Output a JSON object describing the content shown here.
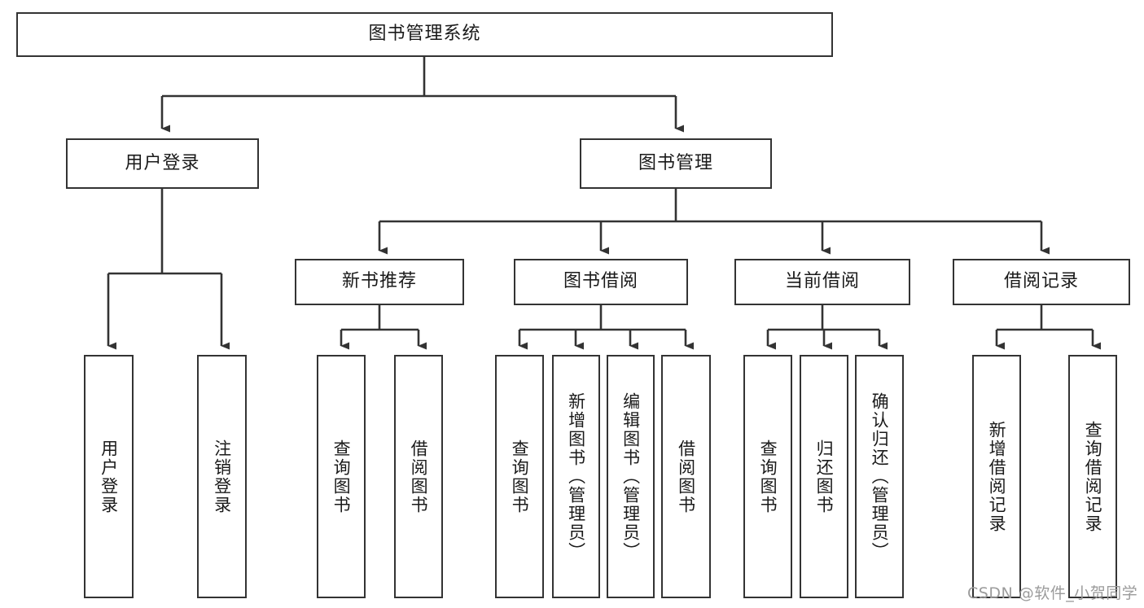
{
  "diagram": {
    "title": "图书管理系统",
    "type": "tree-hierarchy",
    "orientation": "top-down",
    "colors": {
      "border": "#333333",
      "background": "#ffffff",
      "text": "#1a1a1a",
      "edge": "#333333",
      "watermark": "#9b9b9b"
    },
    "watermark": "CSDN @软件_小贺同学"
  },
  "nodes": {
    "root": {
      "label": "图书管理系统"
    },
    "level2": [
      {
        "label": "用户登录"
      },
      {
        "label": "图书管理"
      }
    ],
    "level3": [
      {
        "label": "新书推荐"
      },
      {
        "label": "图书借阅"
      },
      {
        "label": "当前借阅"
      },
      {
        "label": "借阅记录"
      }
    ],
    "leaves_user_login": [
      {
        "label": "用户登录"
      },
      {
        "label": "注销登录"
      }
    ],
    "leaves_new_book": [
      {
        "label": "查询图书"
      },
      {
        "label": "借阅图书"
      }
    ],
    "leaves_borrow": [
      {
        "label": "查询图书"
      },
      {
        "label": "新增图书（管理员）"
      },
      {
        "label": "编辑图书（管理员）"
      },
      {
        "label": "借阅图书"
      }
    ],
    "leaves_current": [
      {
        "label": "查询图书"
      },
      {
        "label": "归还图书"
      },
      {
        "label": "确认归还（管理员）"
      }
    ],
    "leaves_record": [
      {
        "label": "新增借阅记录"
      },
      {
        "label": "查询借阅记录"
      }
    ]
  }
}
